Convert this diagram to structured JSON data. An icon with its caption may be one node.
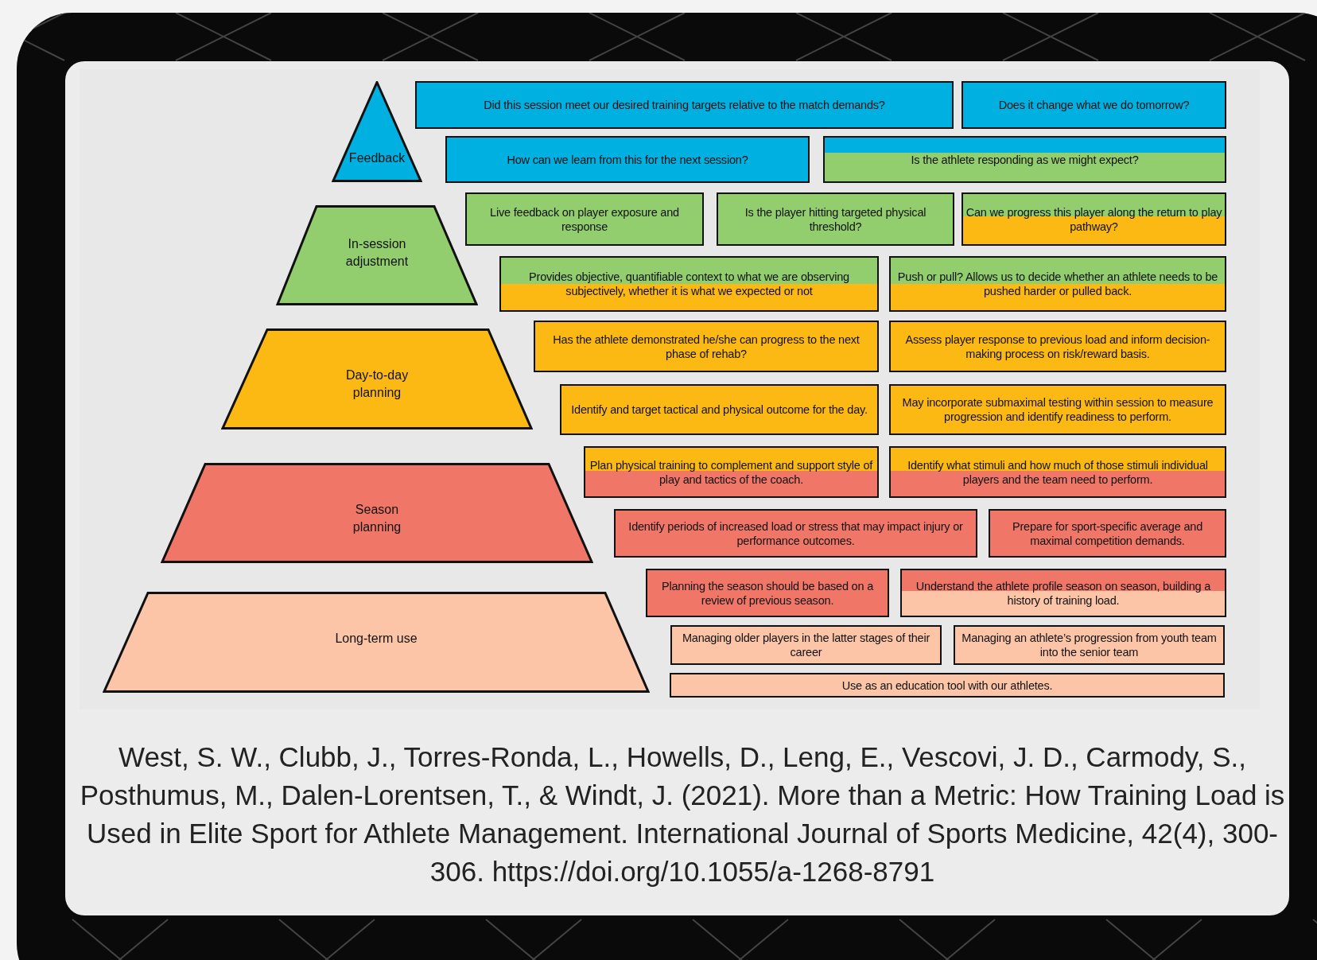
{
  "diagram": {
    "caption": "West, S. W., Clubb, J., Torres-Ronda, L., Howells, D., Leng, E., Vescovi, J. D., Carmody, S., Posthumus, M., Dalen-Lorentsen, T., & Windt, J. (2021). More than a Metric: How Training Load is Used in Elite Sport for Athlete Management. International Journal of Sports Medicine, 42(4), 300-306. https://doi.org/10.1055/a-1268-8791",
    "nodes": [
      {
        "text": [
          "Feedback"
        ]
      },
      {
        "text": [
          "In-session adjustment"
        ]
      },
      {
        "text": [
          "Day-to-day planning"
        ]
      },
      {
        "text": [
          "Season planning"
        ]
      },
      {
        "text": [
          "Long-term use"
        ]
      },
      {
        "text": [
          "Did this session meet our desired training targets relative to the match demands?"
        ]
      },
      {
        "text": [
          "Does it change what we do tomorrow?"
        ]
      },
      {
        "text": [
          "How can we learn from this for the next session?"
        ]
      },
      {
        "text": [
          "Is the athlete responding as we might expect?"
        ]
      },
      {
        "text": [
          "Live feedback on player exposure and response"
        ]
      },
      {
        "text": [
          "Is the player hitting targeted physical threshold?"
        ]
      },
      {
        "text": [
          "Can we progress this player along the return to play pathway?"
        ]
      },
      {
        "text": [
          "Provides objective, quantifiable context to what we are observing subjectively, whether it is what we expected or not"
        ]
      },
      {
        "text": [
          "Push or pull? Allows us to decide whether an athlete needs to be pushed harder or pulled back."
        ]
      },
      {
        "text": [
          "Has the athlete demonstrated he/she can progress to the next phase of rehab?"
        ]
      },
      {
        "text": [
          "Assess player response to previous load and inform decision-making process on risk/reward basis."
        ]
      },
      {
        "text": [
          "Identify and target tactical and physical outcome for the day."
        ]
      },
      {
        "text": [
          "May incorporate submaximal testing within session to measure progression and identify readiness to perform."
        ]
      },
      {
        "text": [
          "Plan physical training to complement and support style of play and tactics of the coach."
        ]
      },
      {
        "text": [
          "Identify what stimuli and how much of those stimuli individual players and the team need to perform."
        ]
      },
      {
        "text": [
          "Identify periods of increased load or stress that may impact injury or performance outcomes."
        ]
      },
      {
        "text": [
          "Prepare for sport-specific average and maximal competition demands."
        ]
      },
      {
        "text": [
          "Planning the season should be based on a review of previous season."
        ]
      },
      {
        "text": [
          "Understand the athlete profile season on season, building a history of training load."
        ]
      },
      {
        "text": [
          "Managing older players in the latter stages of their career"
        ]
      },
      {
        "text": [
          "Managing an athlete’s progression from youth team into the senior team"
        ]
      },
      {
        "text": [
          "Use as an education tool with our athletes."
        ]
      }
    ]
  }
}
